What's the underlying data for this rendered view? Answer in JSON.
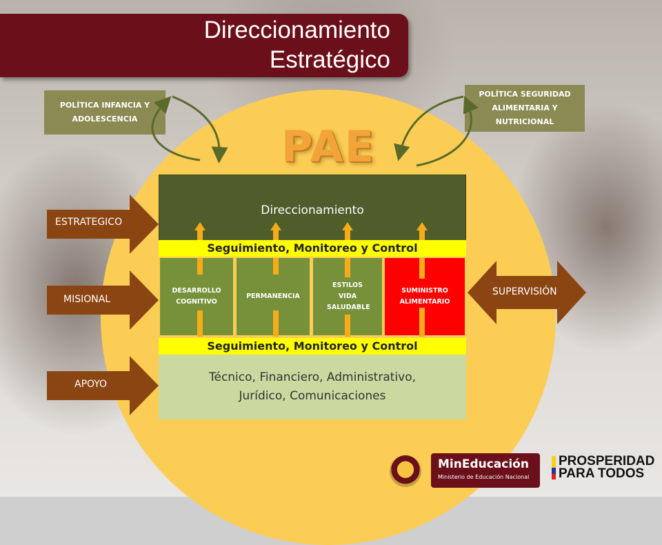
{
  "title": {
    "line1": "Direccionamiento",
    "line2": "Estratégico"
  },
  "policies": {
    "left": "POLÍTICA INFANCIA Y ADOLESCENCIA",
    "right": "POLÍTICA SEGURIDAD ALIMENTARIA Y NUTRICIONAL"
  },
  "pae": "PAE",
  "levels": {
    "estrategico": "ESTRATEGICO",
    "misional": "MISIONAL",
    "apoyo": "APOYO",
    "supervision": "SUPERVISIÓN"
  },
  "boxes": {
    "direccionamiento": "Direccionamiento",
    "seguimiento_top": "Seguimiento, Monitoreo y Control",
    "seguimiento_bottom": "Seguimiento, Monitoreo y Control",
    "apoyo_line1": "Técnico, Financiero, Administrativo,",
    "apoyo_line2": "Jurídico, Comunicaciones"
  },
  "misional_items": [
    "DESARROLLO COGNITIVO",
    "PERMANENCIA",
    "ESTILOS VIDA SALUDABLE",
    "SUMINISTRO ALIMENTARIO"
  ],
  "logos": {
    "min_title": "MinEducación",
    "min_sub": "Ministerio de Educación Nacional",
    "prosperidad_1": "PROSPERIDAD",
    "prosperidad_2": "PARA TODOS"
  },
  "colors": {
    "banner": "#6b0f1a",
    "circle": "#fccd54",
    "dir_box": "#4e5d2a",
    "mis_box": "#77913a",
    "sum_box": "#ff0000",
    "apoyo_box": "#c9d9a0",
    "seg_bar": "#ffff00",
    "side_arrow": "#8b4513"
  }
}
